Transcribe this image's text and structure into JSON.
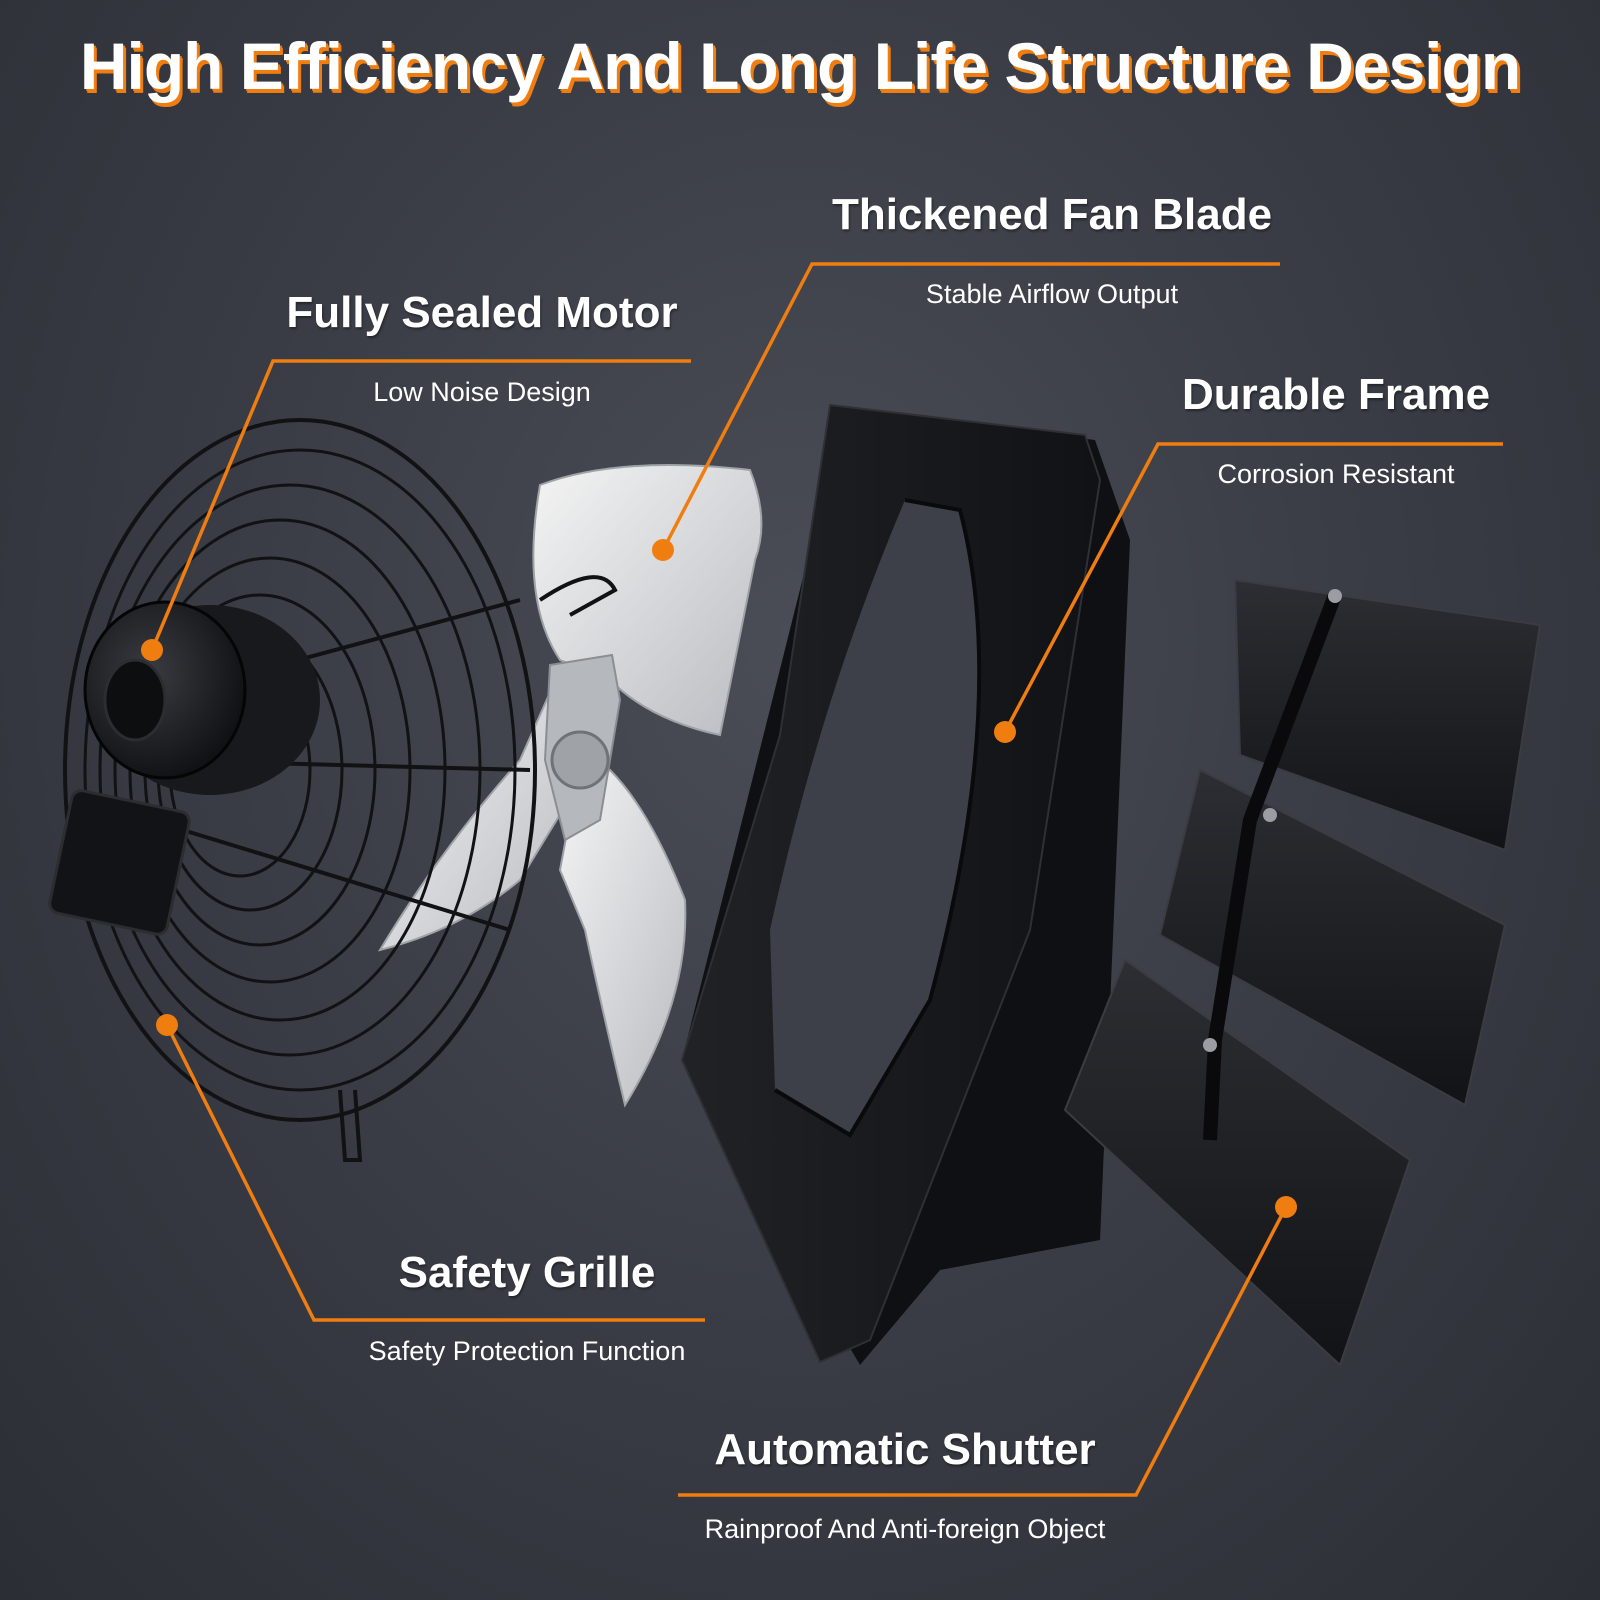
{
  "title": "High Efficiency And Long Life Structure Design",
  "accent_color": "#f07d10",
  "callouts": [
    {
      "heading": "Thickened Fan Blade",
      "sub": "Stable Airflow Output"
    },
    {
      "heading": "Fully Sealed Motor",
      "sub": "Low Noise Design"
    },
    {
      "heading": "Durable Frame",
      "sub": "Corrosion Resistant"
    },
    {
      "heading": "Safety Grille",
      "sub": "Safety Protection Function"
    },
    {
      "heading": "Automatic Shutter",
      "sub": "Rainproof And Anti-foreign Object"
    }
  ]
}
